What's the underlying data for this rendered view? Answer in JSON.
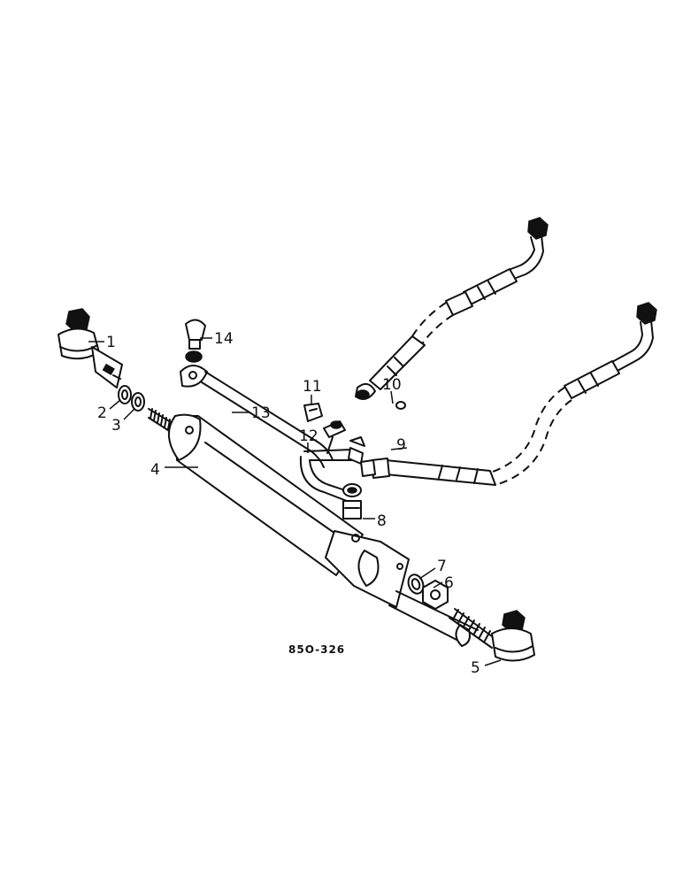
{
  "diagram": {
    "drawing_code": "85O-326",
    "callouts": [
      {
        "id": "callout-1",
        "text": "1"
      },
      {
        "id": "callout-2",
        "text": "2"
      },
      {
        "id": "callout-3",
        "text": "3"
      },
      {
        "id": "callout-4",
        "text": "4"
      },
      {
        "id": "callout-5",
        "text": "5"
      },
      {
        "id": "callout-6",
        "text": "6"
      },
      {
        "id": "callout-7",
        "text": "7"
      },
      {
        "id": "callout-8",
        "text": "8"
      },
      {
        "id": "callout-9",
        "text": "9"
      },
      {
        "id": "callout-10",
        "text": "10"
      },
      {
        "id": "callout-11",
        "text": "11"
      },
      {
        "id": "callout-12",
        "text": "12"
      },
      {
        "id": "callout-13",
        "text": "13"
      },
      {
        "id": "callout-14",
        "text": "14"
      }
    ]
  }
}
